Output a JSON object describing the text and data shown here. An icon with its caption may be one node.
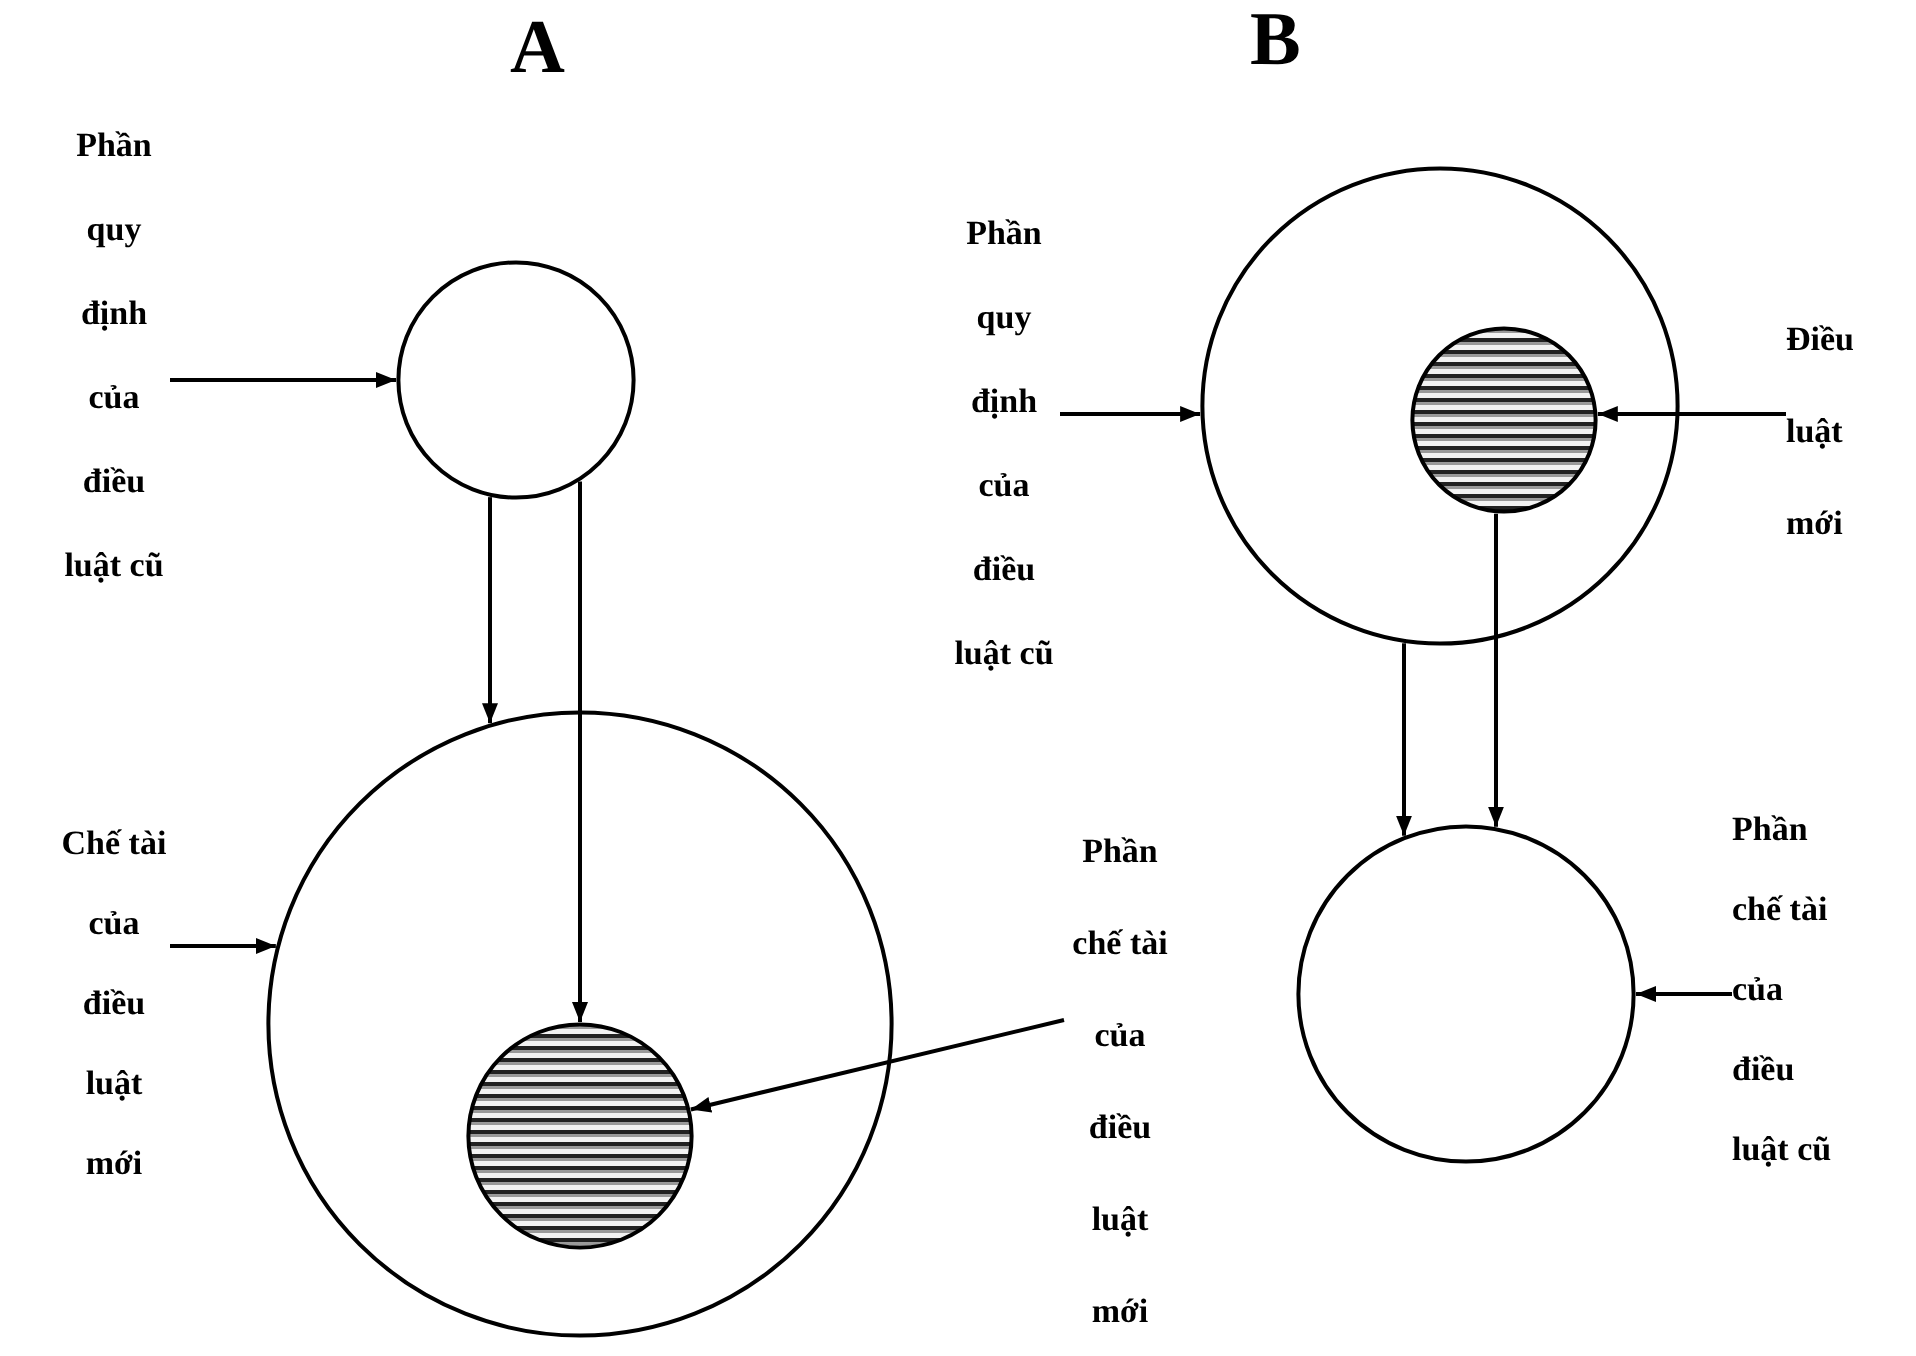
{
  "diagram": {
    "nodes": [
      {
        "text": [],
        "shape": "circle"
      },
      {
        "text": [
          "Phần quy định của điều luật cũ"
        ]
      },
      {
        "text": [],
        "shape": "circle"
      },
      {
        "text": [],
        "shape": "circle",
        "in": 2
      },
      {
        "text": [
          "Chế tài của điều luật mới"
        ]
      },
      {
        "text": [
          "Phần chế tài của điều luật mới"
        ]
      },
      {
        "text": [],
        "shape": "circle"
      },
      {
        "text": [],
        "shape": "circle",
        "in": 6
      },
      {
        "text": [
          "Phần quy định của điều luật cũ"
        ]
      },
      {
        "text": [
          "Điều luật mới"
        ]
      },
      {
        "text": [],
        "shape": "circle"
      },
      {
        "text": [
          "Phần chế tài của điều luật cũ"
        ]
      }
    ],
    "edges": [
      {
        "from": 1,
        "to": 0,
        "arrow": "to"
      },
      {
        "from": 0,
        "to": 2,
        "arrow": "to"
      },
      {
        "from": 0,
        "to": 3,
        "arrow": "to"
      },
      {
        "from": 4,
        "to": 2,
        "arrow": "to"
      },
      {
        "from": 5,
        "to": 3,
        "arrow": "to"
      },
      {
        "from": 8,
        "to": 6,
        "arrow": "to"
      },
      {
        "from": 9,
        "to": 7,
        "arrow": "to"
      },
      {
        "from": 6,
        "to": 10,
        "arrow": "to"
      },
      {
        "from": 7,
        "to": 10,
        "arrow": "to"
      },
      {
        "from": 11,
        "to": 10,
        "arrow": "to"
      }
    ],
    "labels": [
      "A",
      "B"
    ]
  }
}
